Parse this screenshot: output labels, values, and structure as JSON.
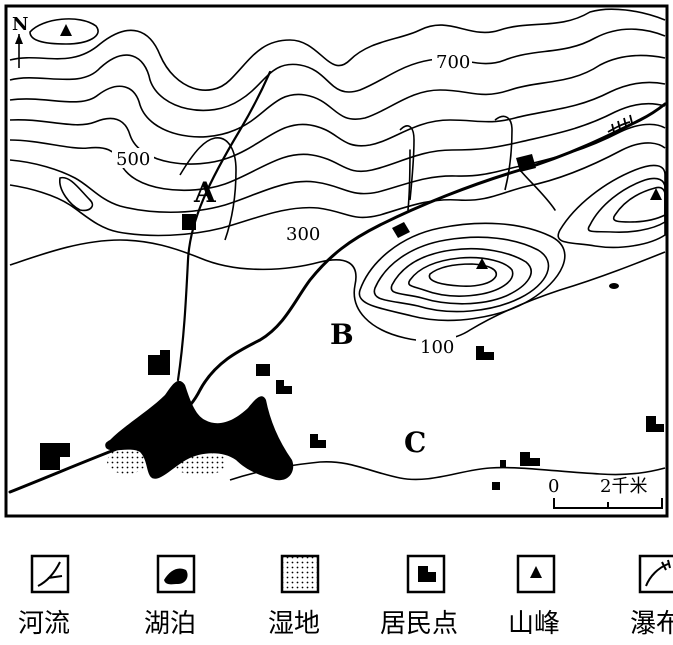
{
  "map": {
    "north": "N",
    "contours": [
      "700",
      "500",
      "300",
      "100"
    ],
    "points": [
      "A",
      "B",
      "C"
    ],
    "scale": {
      "zero": "0",
      "distance": "2千米"
    }
  },
  "legend": {
    "items": [
      {
        "icon": "river-icon",
        "label": "河流"
      },
      {
        "icon": "lake-icon",
        "label": "湖泊"
      },
      {
        "icon": "wetland-icon",
        "label": "湿地"
      },
      {
        "icon": "settlement-icon",
        "label": "居民点"
      },
      {
        "icon": "peak-icon",
        "label": "山峰"
      },
      {
        "icon": "waterfall-icon",
        "label": "瀑布"
      }
    ]
  }
}
